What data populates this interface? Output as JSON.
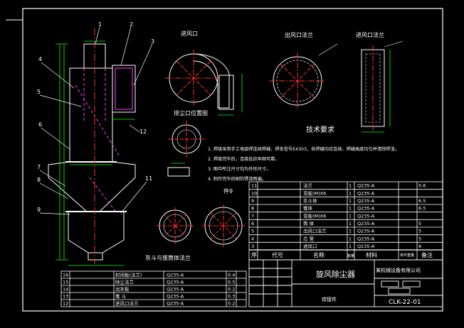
{
  "labels": {
    "view_inlet": "进风口",
    "view_outlet_flange": "出风口法兰",
    "view_inlet_flange": "进风口法兰",
    "view_flange_bolt": "排尘口位置图",
    "view_part9": "件9",
    "view_cone_flange": "灰斗与锥筒体法兰",
    "tech_title": "技术要求"
  },
  "tech_requirements": [
    "1. 焊接采用手工电弧焊连续焊缝，焊条型号E4303，各焊缝均应连续、焊缝高度均匀并清除焊渣。",
    "2. 焊接完毕后，连接处应牢固可靠。",
    "3. 图中所注尺寸均为外形尺寸。",
    "4. 制作完毕后刷防锈漆两遍。"
  ],
  "bom_right": [
    {
      "no": "11",
      "name": "法兰",
      "code": "Q235-A",
      "qty": "1",
      "weight": "0.6"
    },
    {
      "no": "10",
      "name": "弯板(M)X6",
      "code": "Q235-A",
      "qty": "1",
      "weight": ""
    },
    {
      "no": "9",
      "name": "灰斗体",
      "code": "Q235-A",
      "qty": "1",
      "weight": "6.5"
    },
    {
      "no": "8",
      "name": "锥体",
      "code": "Q235-A",
      "qty": "1",
      "weight": "6.5"
    },
    {
      "no": "7",
      "name": "弯板(M)X6",
      "code": "Q235-A",
      "qty": "1",
      "weight": ""
    },
    {
      "no": "6",
      "name": "筒 体",
      "code": "Q235-A",
      "qty": "1",
      "weight": "5"
    },
    {
      "no": "5",
      "name": "出风口法兰",
      "code": "Q235-A",
      "qty": "1",
      "weight": "5"
    },
    {
      "no": "4",
      "name": "芯 管",
      "code": "Q235-A",
      "qty": "1",
      "weight": "5"
    },
    {
      "no": "3",
      "name": "进风口",
      "code": "Q235-A",
      "qty": "1",
      "weight": "6"
    }
  ],
  "bom_header": {
    "no": "序",
    "code_col": "代号",
    "name_col": "名称",
    "qty_col": "数量",
    "material_col": "材料",
    "weight_col": "单件重量",
    "note_col": "备注"
  },
  "bom_left": [
    {
      "no": "16",
      "name": "封闭板(法兰)",
      "code": "Q235-A",
      "weight": "0.4"
    },
    {
      "no": "15",
      "name": "除尘法兰",
      "code": "Q235-A",
      "weight": "0.5"
    },
    {
      "no": "14",
      "name": "出灰板",
      "code": "Q235-A",
      "weight": "0.2"
    },
    {
      "no": "13",
      "name": "锥 斗",
      "code": "Q235-A",
      "weight": "0.3"
    },
    {
      "no": "12",
      "name": "进风口法兰",
      "code": "Q235-A",
      "weight": "0.2"
    }
  ],
  "title_block": {
    "drawing_name": "旋风除尘器",
    "company": "某机械设备有限公司",
    "sub": "焊接件",
    "drawing_no": "CLK-22-01"
  },
  "colors": {
    "line": "#ffffff",
    "dim": "#00ff00",
    "center": "#ff3030",
    "hidden": "#ff40ff",
    "text": "#ffffff",
    "bg": "#000000"
  }
}
